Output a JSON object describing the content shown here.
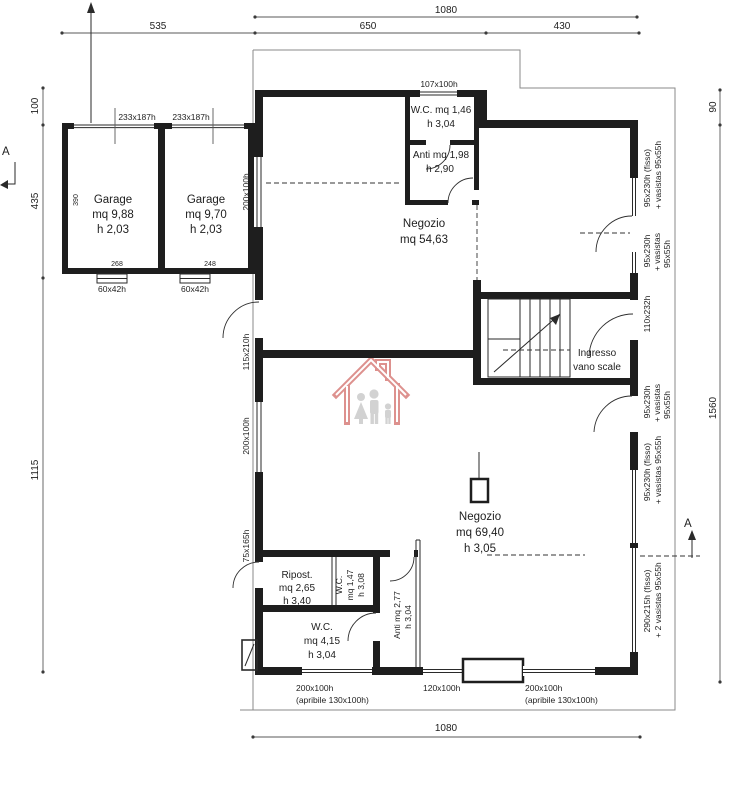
{
  "drawing": {
    "type": "architectural floor plan",
    "colors": {
      "line": "#1e1e1e",
      "dim": "#5a5a5a",
      "logo_red": "#d4736f",
      "logo_grey": "#c6c6c6",
      "bg": "#ffffff"
    }
  },
  "dims": {
    "top_total": "1080",
    "top_seg1": "535",
    "top_seg2": "650",
    "top_seg3": "430",
    "left_seg1": "100",
    "left_seg2": "435",
    "left_seg3": "1115",
    "right_seg1": "90",
    "right_seg2": "1560",
    "bottom_total": "1080"
  },
  "rooms": {
    "garage1": {
      "l1": "Garage",
      "l2": "mq 9,88",
      "l3": "h 2,03"
    },
    "garage2": {
      "l1": "Garage",
      "l2": "mq 9,70",
      "l3": "h 2,03"
    },
    "wc_top": {
      "l1": "W.C. mq 1,46",
      "l2": "h 3,04"
    },
    "anti_top": {
      "l1": "Anti mq 1,98",
      "l2": "h 2,90"
    },
    "negozio_top": {
      "l1": "Negozio",
      "l2": "mq 54,63"
    },
    "ingresso": {
      "l1": "Ingresso",
      "l2": "vano scale"
    },
    "negozio_bottom": {
      "l1": "Negozio",
      "l2": "mq 69,40",
      "l3": "h 3,05"
    },
    "ripost": {
      "l1": "Ripost.",
      "l2": "mq 2,65",
      "l3": "h 3,40"
    },
    "wc_small": {
      "l1": "W.C.",
      "l2": "mq 1,47",
      "l3": "h 3,08"
    },
    "wc_big": {
      "l1": "W.C.",
      "l2": "mq 4,15",
      "l3": "h 3,04"
    },
    "anti_bottom": {
      "l1": "Anti mq 2,77",
      "l2": "h 3,04"
    }
  },
  "openings": {
    "garage_door1": "233x187h",
    "garage_door2": "233x187h",
    "garage_win1": "60x42h",
    "garage_win2": "60x42h",
    "garage_num1": "268",
    "garage_num2": "248",
    "garage_depth": "390",
    "wc_top_win": "107x100h",
    "left_win1": "200x100h",
    "left_door": "115x210h",
    "left_win2": "200x100h",
    "left_win3": "75x165h",
    "right1_l1": "95x230h (fisso)",
    "right1_l2": "+ vasistas 95x55h",
    "right2_l1": "95x230h",
    "right2_l2": "+ vasistas",
    "right2_l3": "95x55h",
    "stair_door": "110x232h",
    "right3_l1": "95x230h",
    "right3_l2": "+ vasistas",
    "right3_l3": "95x55h",
    "right4_l1": "95x230h (fisso)",
    "right4_l2": "+ vasistas 95x55h",
    "right5_l1": "290x215h (fisso)",
    "right5_l2": "+ 2 vasistas 95x55h",
    "bottom_win1": "200x100h",
    "bottom_win1_sub": "(apribile 130x100h)",
    "bottom_win2": "120x100h",
    "bottom_win3": "200x100h",
    "bottom_win3_sub": "(apribile 130x100h)"
  },
  "sections": {
    "a_left": "A",
    "a_right": "A"
  }
}
